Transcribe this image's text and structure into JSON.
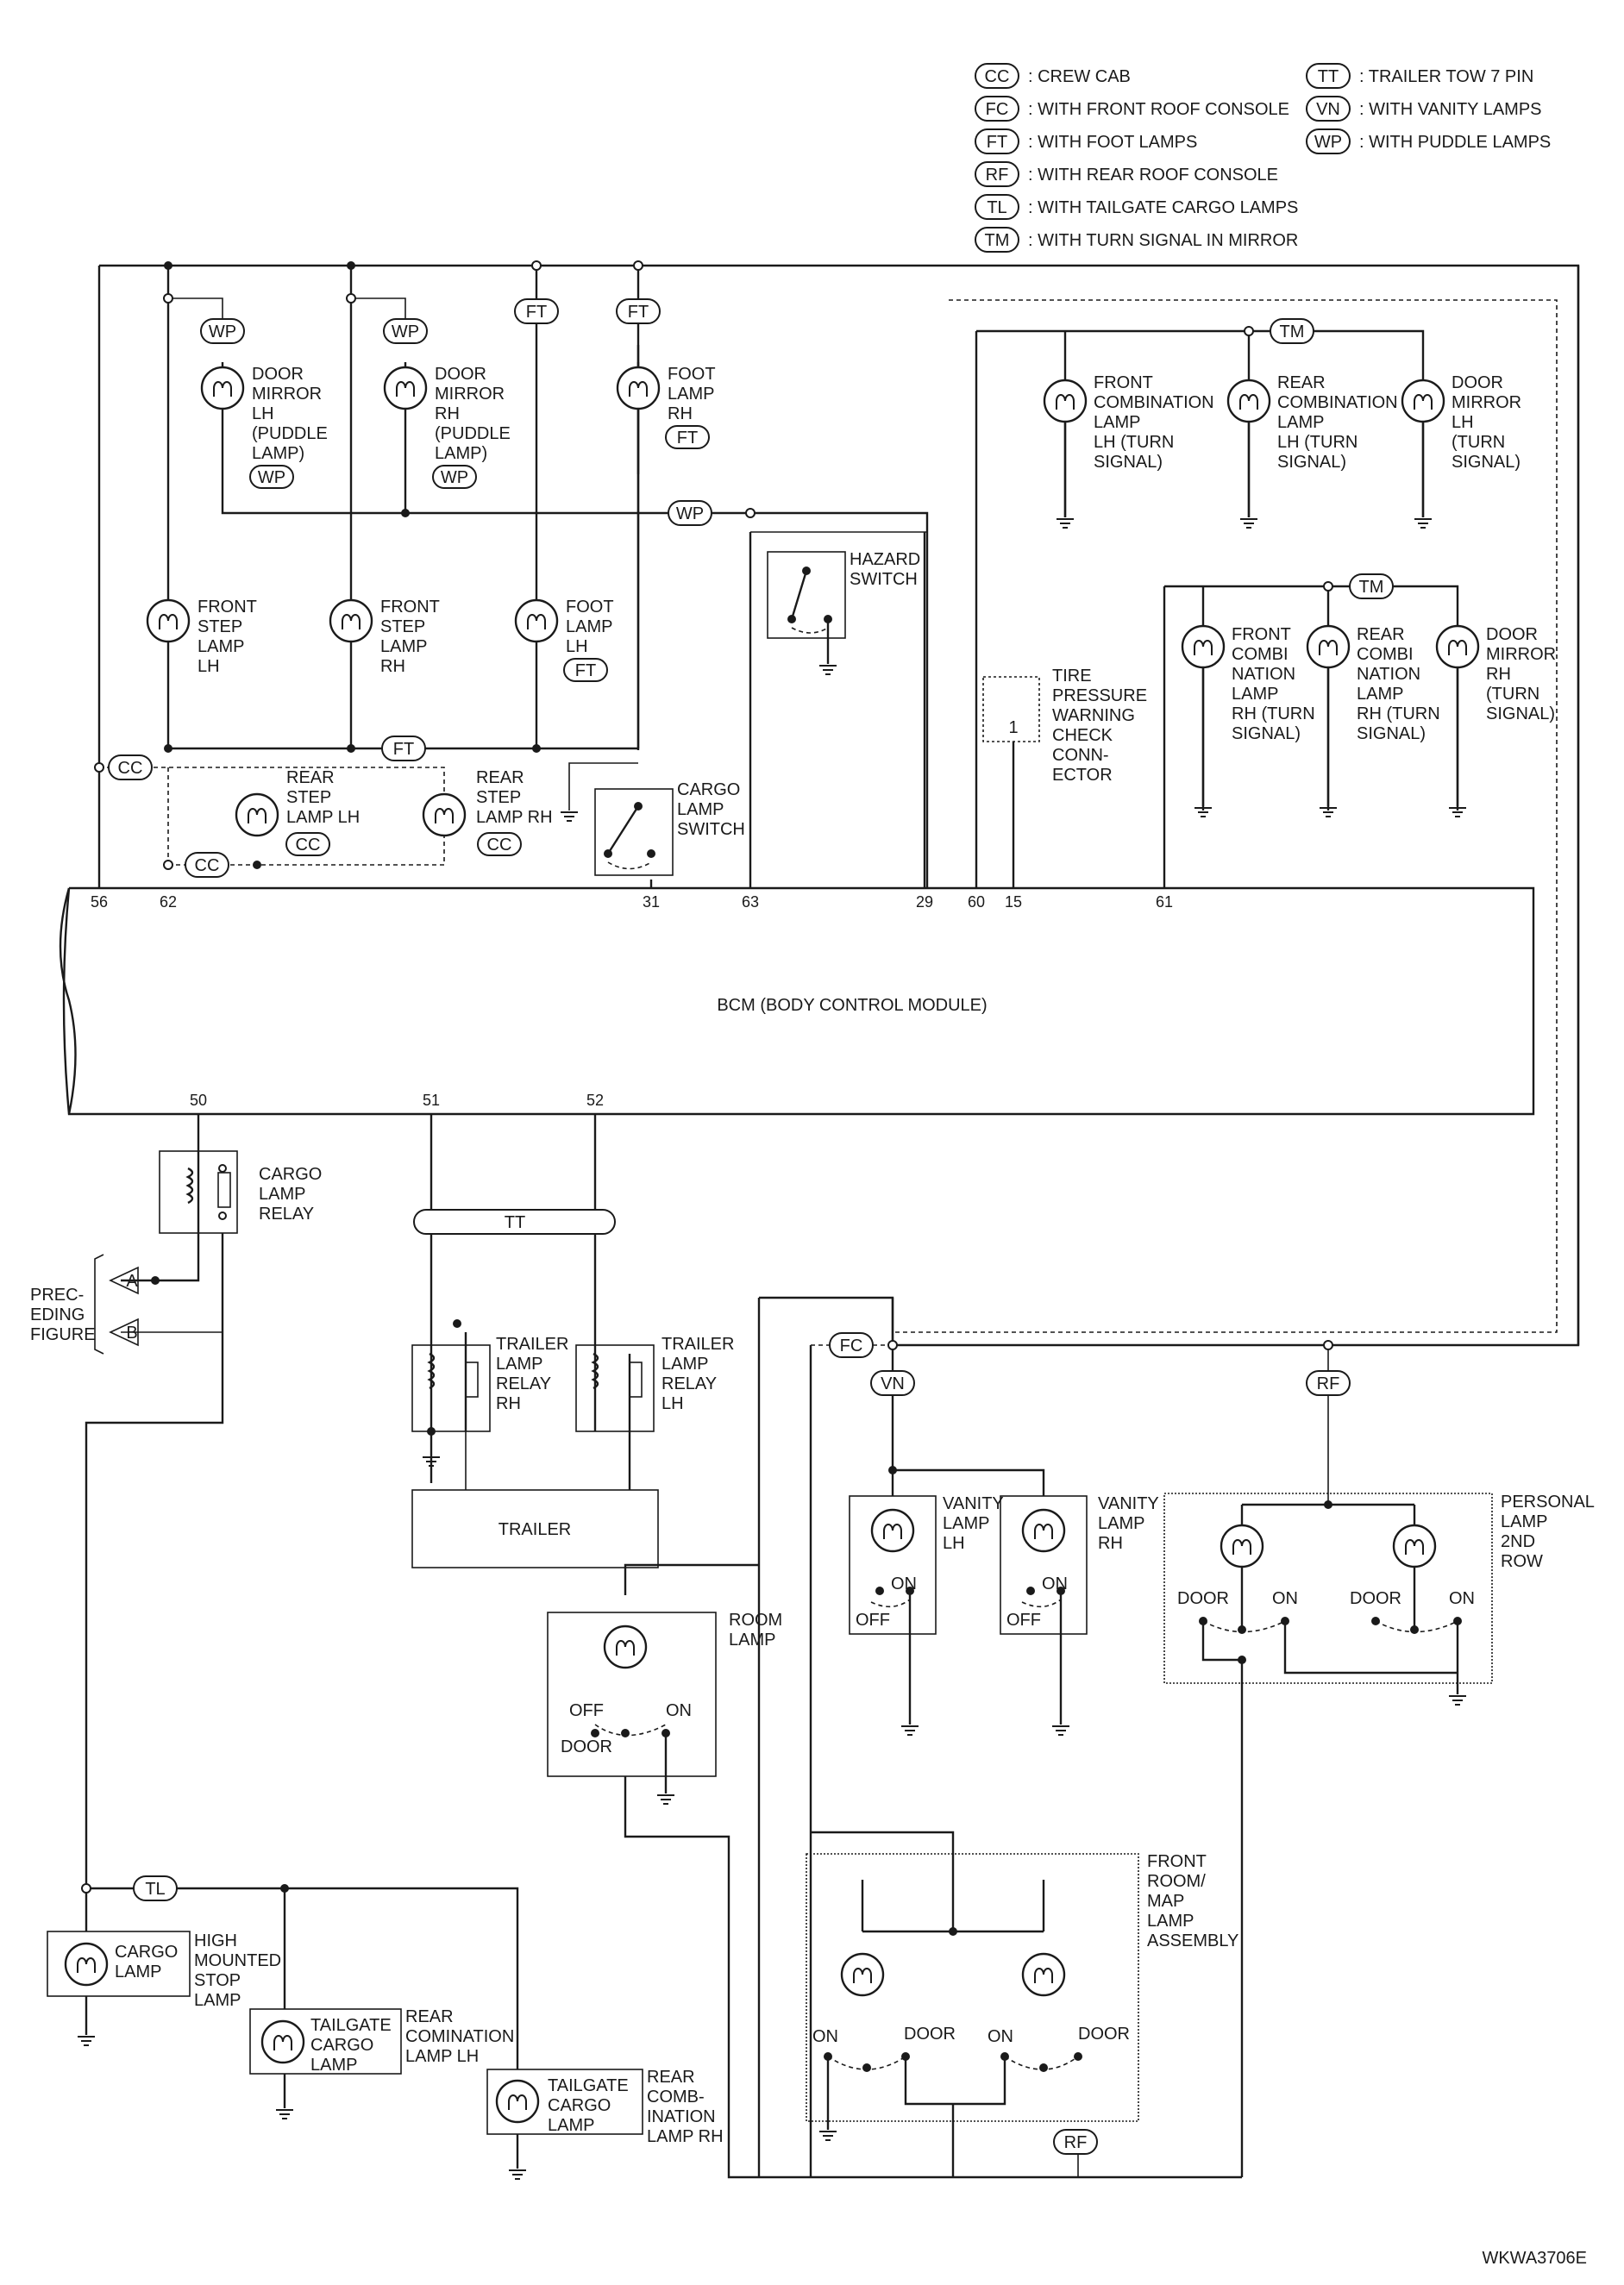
{
  "legend": [
    {
      "code": "CC",
      "text": ": CREW CAB"
    },
    {
      "code": "FC",
      "text": ": WITH FRONT ROOF CONSOLE"
    },
    {
      "code": "FT",
      "text": ": WITH FOOT LAMPS"
    },
    {
      "code": "RF",
      "text": ": WITH REAR ROOF CONSOLE"
    },
    {
      "code": "TL",
      "text": ": WITH TAILGATE CARGO LAMPS"
    },
    {
      "code": "TM",
      "text": ": WITH TURN SIGNAL IN MIRROR"
    },
    {
      "code": "TT",
      "text": ": TRAILER TOW 7 PIN"
    },
    {
      "code": "VN",
      "text": ": WITH VANITY LAMPS"
    },
    {
      "code": "WP",
      "text": ": WITH PUDDLE LAMPS"
    }
  ],
  "bcm": {
    "label": "BCM (BODY CONTROL MODULE)",
    "top_pins": [
      "56",
      "62",
      "31",
      "63",
      "29",
      "60",
      "15",
      "61"
    ],
    "bottom_pins": [
      "50",
      "51",
      "52"
    ]
  },
  "tags": {
    "wp": "WP",
    "ft": "FT",
    "cc": "CC",
    "tm": "TM",
    "tt": "TT",
    "fc": "FC",
    "vn": "VN",
    "rf": "RF",
    "tl": "TL"
  },
  "components": {
    "door_mirror_lh": [
      "DOOR",
      "MIRROR",
      "LH",
      "(PUDDLE",
      "LAMP)"
    ],
    "door_mirror_rh": [
      "DOOR",
      "MIRROR",
      "RH",
      "(PUDDLE",
      "LAMP)"
    ],
    "foot_lamp_rh": [
      "FOOT",
      "LAMP",
      "RH"
    ],
    "front_step_lamp_lh": [
      "FRONT",
      "STEP",
      "LAMP",
      "LH"
    ],
    "front_step_lamp_rh": [
      "FRONT",
      "STEP",
      "LAMP",
      "RH"
    ],
    "foot_lamp_lh": [
      "FOOT",
      "LAMP",
      "LH"
    ],
    "rear_step_lamp_lh": [
      "REAR",
      "STEP",
      "LAMP LH"
    ],
    "rear_step_lamp_rh": [
      "REAR",
      "STEP",
      "LAMP RH"
    ],
    "hazard_switch": [
      "HAZARD",
      "SWITCH"
    ],
    "cargo_lamp_switch": [
      "CARGO",
      "LAMP",
      "SWITCH"
    ],
    "tire_pressure_connector": [
      "TIRE",
      "PRESSURE",
      "WARNING",
      "CHECK",
      "CONN-",
      "ECTOR"
    ],
    "tire_pressure_pin": "1",
    "front_combination_lamp_lh": [
      "FRONT",
      "COMBINATION",
      "LAMP",
      "LH (TURN",
      "SIGNAL)"
    ],
    "rear_combination_lamp_lh": [
      "REAR",
      "COMBINATION",
      "LAMP",
      "LH (TURN",
      "SIGNAL)"
    ],
    "door_mirror_lh_turn": [
      "DOOR",
      "MIRROR",
      "LH",
      "(TURN",
      "SIGNAL)"
    ],
    "front_combination_lamp_rh": [
      "FRONT",
      "COMBI",
      "NATION",
      "LAMP",
      "RH (TURN",
      "SIGNAL)"
    ],
    "rear_combination_lamp_rh": [
      "REAR",
      "COMBI",
      "NATION",
      "LAMP",
      "RH (TURN",
      "SIGNAL)"
    ],
    "door_mirror_rh_turn": [
      "DOOR",
      "MIRROR",
      "RH",
      "(TURN",
      "SIGNAL)"
    ],
    "cargo_lamp_relay": [
      "CARGO",
      "LAMP",
      "RELAY"
    ],
    "preceding_figure": [
      "PREC-",
      "EDING",
      "FIGURE"
    ],
    "connector_a": "A",
    "connector_b": "B",
    "trailer_lamp_relay_rh": [
      "TRAILER",
      "LAMP",
      "RELAY",
      "RH"
    ],
    "trailer_lamp_relay_lh": [
      "TRAILER",
      "LAMP",
      "RELAY",
      "LH"
    ],
    "trailer": "TRAILER",
    "room_lamp": [
      "ROOM",
      "LAMP"
    ],
    "vanity_lamp_lh": [
      "VANITY",
      "LAMP",
      "LH"
    ],
    "vanity_lamp_rh": [
      "VANITY",
      "LAMP",
      "RH"
    ],
    "personal_lamp": [
      "PERSONAL",
      "LAMP",
      "2ND",
      "ROW"
    ],
    "front_room_map_lamp": [
      "FRONT",
      "ROOM/",
      "MAP",
      "LAMP",
      "ASSEMBLY"
    ],
    "cargo_lamp": [
      "CARGO",
      "LAMP"
    ],
    "high_mounted_stop_lamp": [
      "HIGH",
      "MOUNTED",
      "STOP",
      "LAMP"
    ],
    "tailgate_cargo_lamp": [
      "TAILGATE",
      "CARGO",
      "LAMP"
    ],
    "rear_combination_lamp_lh_cargo": [
      "REAR",
      "COMINATION",
      "LAMP LH"
    ],
    "rear_combination_lamp_rh_cargo": [
      "REAR",
      "COMB-",
      "INATION",
      "LAMP RH"
    ]
  },
  "switch_positions": {
    "on": "ON",
    "off": "OFF",
    "door": "DOOR"
  },
  "figure_id": "WKWA3706E"
}
